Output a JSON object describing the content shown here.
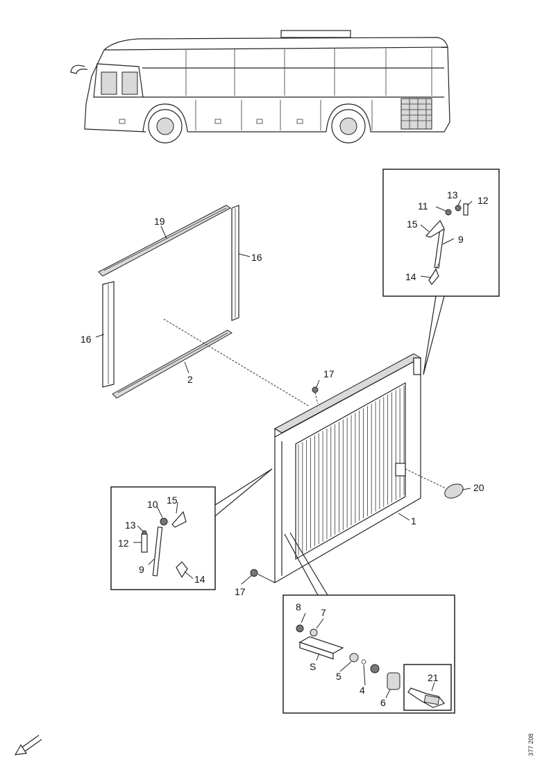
{
  "callouts": {
    "c1": "1",
    "c2": "2",
    "c4": "4",
    "c5": "5",
    "c6": "6",
    "c7": "7",
    "c8": "8",
    "c9_top": "9",
    "c9_left": "9",
    "c10": "10",
    "c11": "11",
    "c12_top": "12",
    "c12_left": "12",
    "c13_top": "13",
    "c13_left": "13",
    "c14_top": "14",
    "c14_left": "14",
    "c15_top": "15",
    "c15_left": "15",
    "c16_left": "16",
    "c16_right": "16",
    "c17_top": "17",
    "c17_bottom": "17",
    "c19": "19",
    "c20": "20",
    "c21": "21",
    "s_label": "S"
  },
  "figure_ref": "377 208",
  "colors": {
    "line": "#222222",
    "panel_fill": "#ffffff",
    "shade": "#d9d9d9"
  },
  "icons": {
    "orientation": "arrow-down-left-icon"
  }
}
